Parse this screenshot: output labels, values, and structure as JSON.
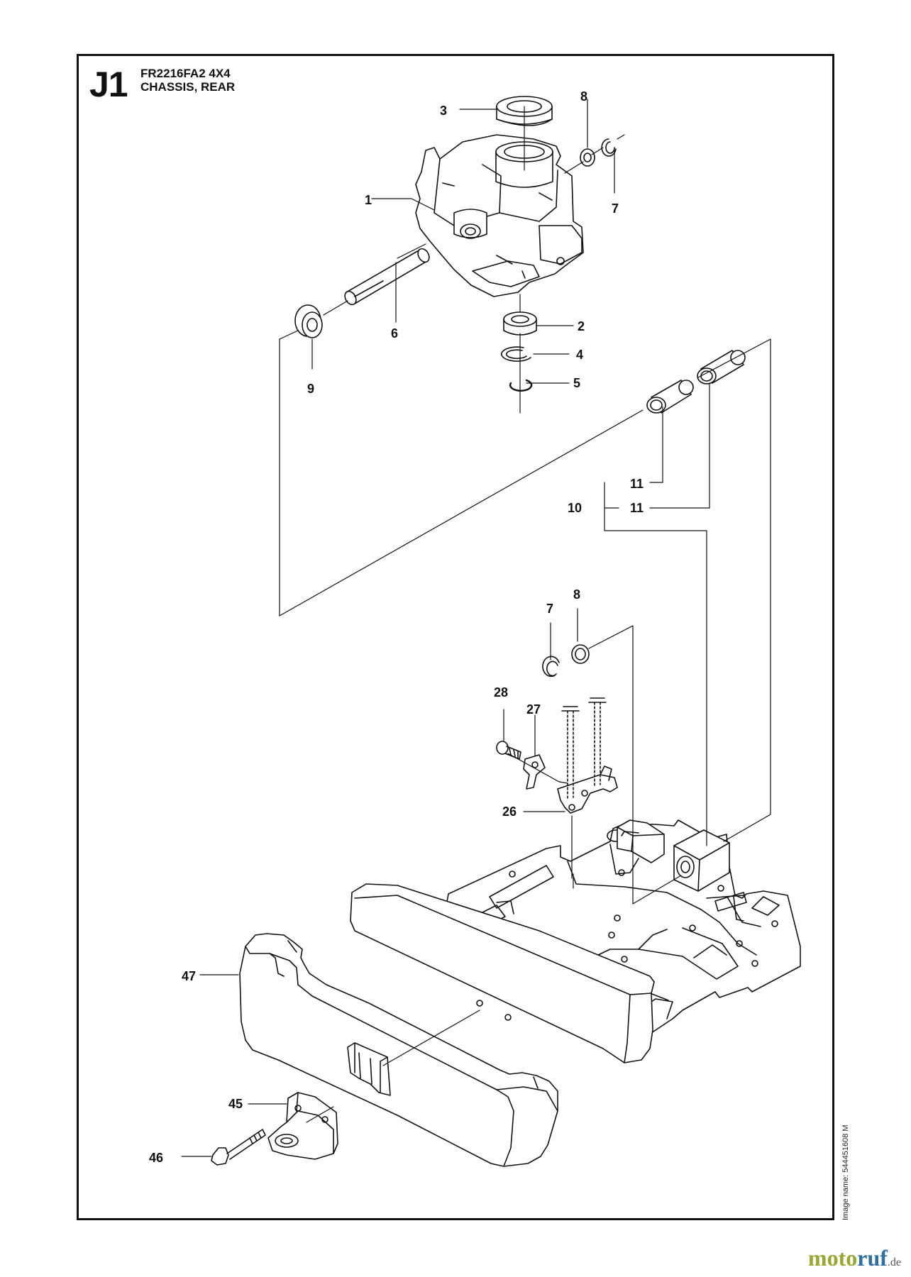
{
  "header": {
    "section_code": "J1",
    "model": "FR2216FA2 4X4",
    "title": "CHASSIS, REAR"
  },
  "callouts": [
    {
      "id": "c3",
      "label": "3"
    },
    {
      "id": "c8a",
      "label": "8"
    },
    {
      "id": "c1",
      "label": "1"
    },
    {
      "id": "c7a",
      "label": "7"
    },
    {
      "id": "c6",
      "label": "6"
    },
    {
      "id": "c2",
      "label": "2"
    },
    {
      "id": "c9",
      "label": "9"
    },
    {
      "id": "c4",
      "label": "4"
    },
    {
      "id": "c5",
      "label": "5"
    },
    {
      "id": "c11a",
      "label": "11"
    },
    {
      "id": "c10",
      "label": "10"
    },
    {
      "id": "c11b",
      "label": "11"
    },
    {
      "id": "c8b",
      "label": "8"
    },
    {
      "id": "c7b",
      "label": "7"
    },
    {
      "id": "c28",
      "label": "28"
    },
    {
      "id": "c27",
      "label": "27"
    },
    {
      "id": "c26",
      "label": "26"
    },
    {
      "id": "c47",
      "label": "47"
    },
    {
      "id": "c45",
      "label": "45"
    },
    {
      "id": "c46",
      "label": "46"
    }
  ],
  "image_name": "Image name: 544451608 M",
  "watermark": {
    "part1": "moto",
    "part2": "ruf",
    "suffix": ".de"
  }
}
